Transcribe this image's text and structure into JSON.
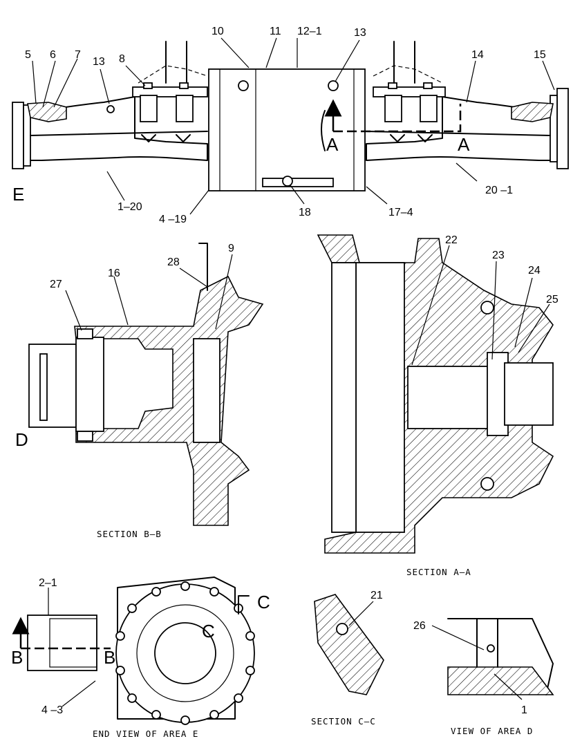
{
  "callouts": {
    "c5": "5",
    "c6": "6",
    "c7": "7",
    "c13a": "13",
    "c8": "8",
    "c10": "10",
    "c11": "11",
    "c12_1": "12–1",
    "c13b": "13",
    "c14": "14",
    "c15": "15",
    "cE": "E",
    "c1_20": "1–20",
    "c4_19": "4 –19",
    "c18": "18",
    "c17_4": "17–4",
    "c20_1": "20 –1",
    "cA_left": "A",
    "cA_right": "A",
    "c28": "28",
    "c9": "9",
    "c27": "27",
    "c16": "16",
    "cD": "D",
    "c22": "22",
    "c23": "23",
    "c24": "24",
    "c25": "25",
    "c2_1": "2–1",
    "cC_top": "C",
    "cC_inner": "C",
    "cB_left": "B",
    "cB_right": "B",
    "c4_3": "4 –3",
    "c21": "21",
    "c26": "26",
    "c1": "1"
  },
  "captions": {
    "section_bb": "SECTION B–B",
    "section_aa": "SECTION A–A",
    "end_view_e": "END VIEW OF AREA E",
    "section_cc": "SECTION C–C",
    "view_d": "VIEW OF AREA D"
  }
}
